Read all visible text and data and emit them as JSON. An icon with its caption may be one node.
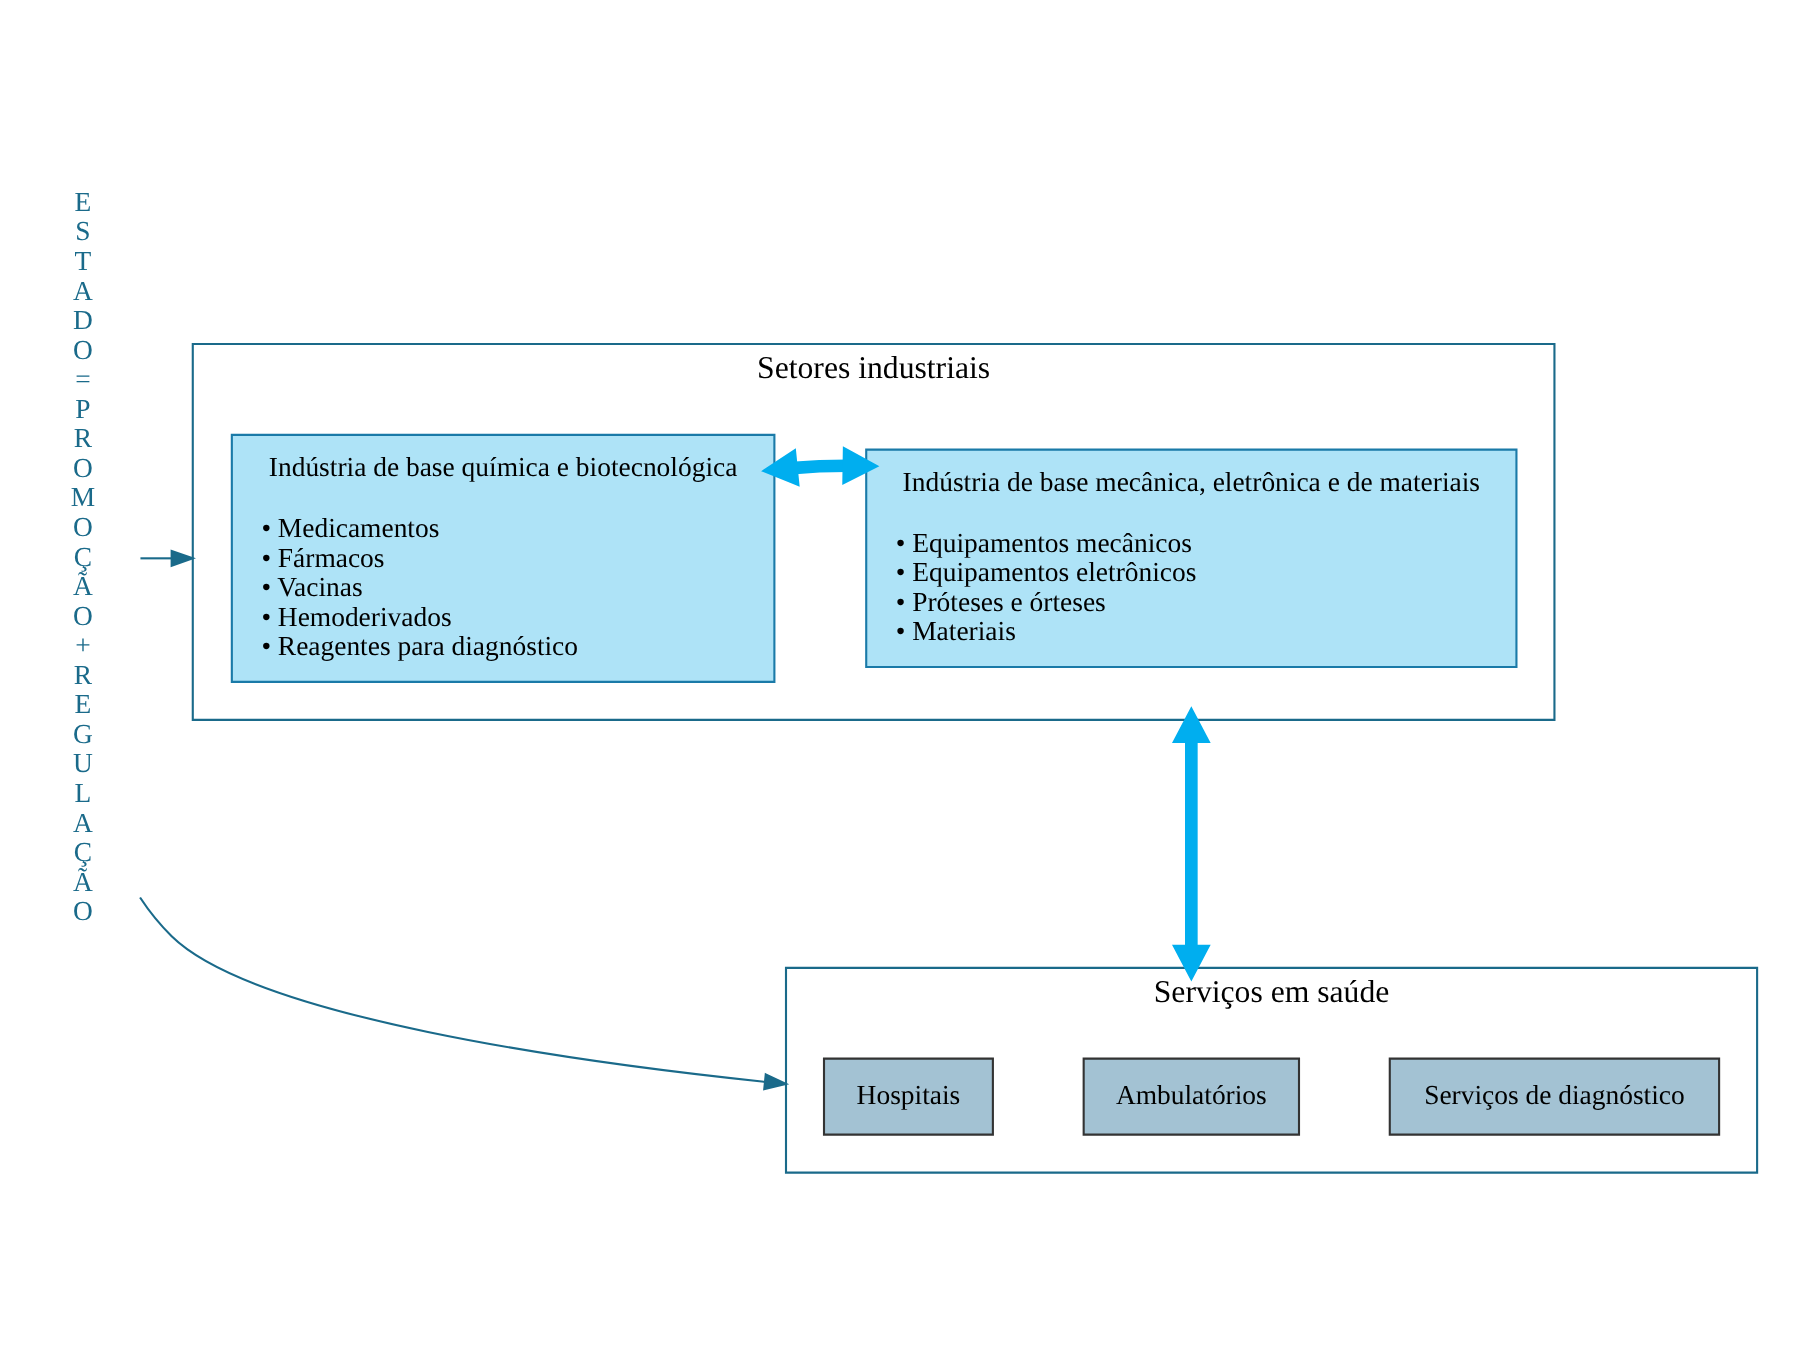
{
  "diagram": {
    "nodes": [
      {
        "text": [
          "ESTADO = PROMOÇÃO + REGULAÇÃO"
        ]
      },
      {
        "text": [
          "Setores industriais"
        ]
      },
      {
        "text": [
          "Indústria de base química e biotecnológica",
          "• Medicamentos",
          "• Fármacos",
          "• Vacinas",
          "• Hemoderivados",
          "• Reagentes para diagnóstico"
        ],
        "in": 1
      },
      {
        "text": [
          "Indústria de base mecânica, eletrônica e de materiais",
          "• Equipamentos mecânicos",
          "• Equipamentos eletrônicos",
          "• Próteses e órteses",
          "• Materiais"
        ],
        "in": 1
      },
      {
        "text": [
          "Serviços em saúde"
        ]
      },
      {
        "text": [
          "Hospitais"
        ],
        "in": 4
      },
      {
        "text": [
          "Ambulatórios"
        ],
        "in": 4
      },
      {
        "text": [
          "Serviços de diagnóstico"
        ],
        "in": 4
      }
    ],
    "edges": [
      {
        "from": 2,
        "to": 3,
        "arrow": "both",
        "style": "thick",
        "color": "#00aeef"
      },
      {
        "from": 1,
        "to": 4,
        "arrow": "both",
        "style": "thick",
        "color": "#00aeef"
      },
      {
        "from": 0,
        "to": 1,
        "arrow": "to",
        "color": "#1a6a8a"
      },
      {
        "from": 0,
        "to": 4,
        "arrow": "to",
        "color": "#1a6a8a"
      }
    ]
  }
}
